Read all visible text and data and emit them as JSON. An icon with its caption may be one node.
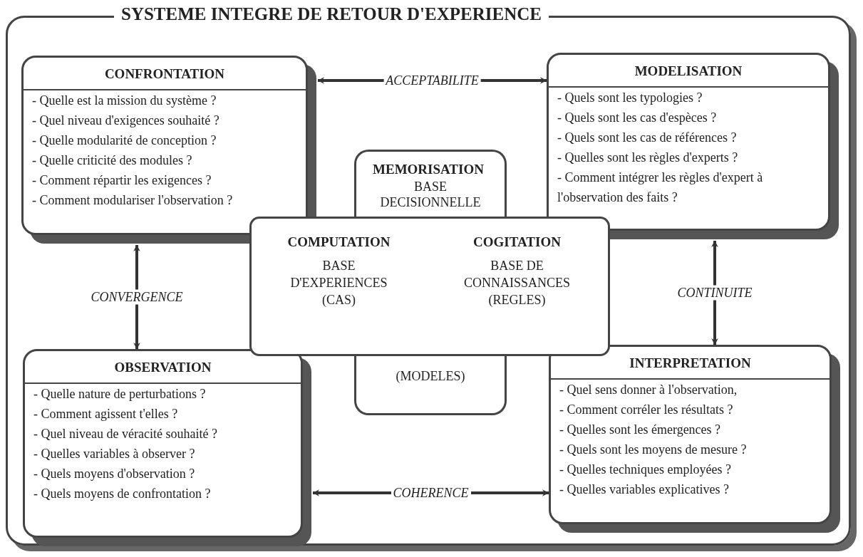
{
  "diagram": {
    "title": "SYSTEME INTEGRE DE RETOUR D'EXPERIENCE",
    "nodes": [
      {
        "text": [
          "CONFRONTATION",
          "- Quelle est la mission du système ?",
          "- Quel niveau d'exigences souhaité ?",
          "- Quelle modularité de conception ?",
          "- Quelle criticité des modules ?",
          "- Comment répartir les exigences ?",
          "- Comment modulariser l'observation ?"
        ]
      },
      {
        "text": [
          "MODELISATION",
          "- Quels sont les typologies ?",
          "- Quels sont les cas d'espèces ?",
          "- Quels sont les cas de références ?",
          "- Quelles sont les règles d'experts ?",
          "- Comment intégrer les règles d'expert à l'observation des faits ?"
        ]
      },
      {
        "text": [
          "MEMORISATION",
          "BASE DECISIONNELLE"
        ]
      },
      {
        "text": [
          "COMPUTATION",
          "BASE D'EXPERIENCES (CAS)"
        ]
      },
      {
        "text": [
          "COGITATION",
          "BASE DE CONNAISSANCES (REGLES)"
        ]
      },
      {
        "text": [
          "(MODELES)"
        ]
      },
      {
        "text": [
          "OBSERVATION",
          "- Quelle nature de perturbations ?",
          "- Comment agissent t'elles ?",
          "- Quel niveau de véracité souhaité ?",
          "- Quelles variables à observer ?",
          "- Quels moyens d'observation ?",
          "- Quels moyens de confrontation ?"
        ]
      },
      {
        "text": [
          "INTERPRETATION",
          "- Quel sens donner à l'observation,",
          "- Comment corréler les résultats ?",
          "- Quelles sont  les émergences ?",
          "- Quels sont les moyens de mesure ?",
          "- Quelles techniques employées ?",
          "- Quelles variables explicatives ?"
        ]
      }
    ],
    "edges": [
      {
        "from": 0,
        "to": 1,
        "arrow": "both",
        "label": "ACCEPTABILITE"
      },
      {
        "from": 0,
        "to": 6,
        "arrow": "both",
        "label": "CONVERGENCE"
      },
      {
        "from": 1,
        "to": 7,
        "arrow": "both",
        "label": "CONTINUITE"
      },
      {
        "from": 6,
        "to": 7,
        "arrow": "both",
        "label": "COHERENCE"
      }
    ]
  }
}
